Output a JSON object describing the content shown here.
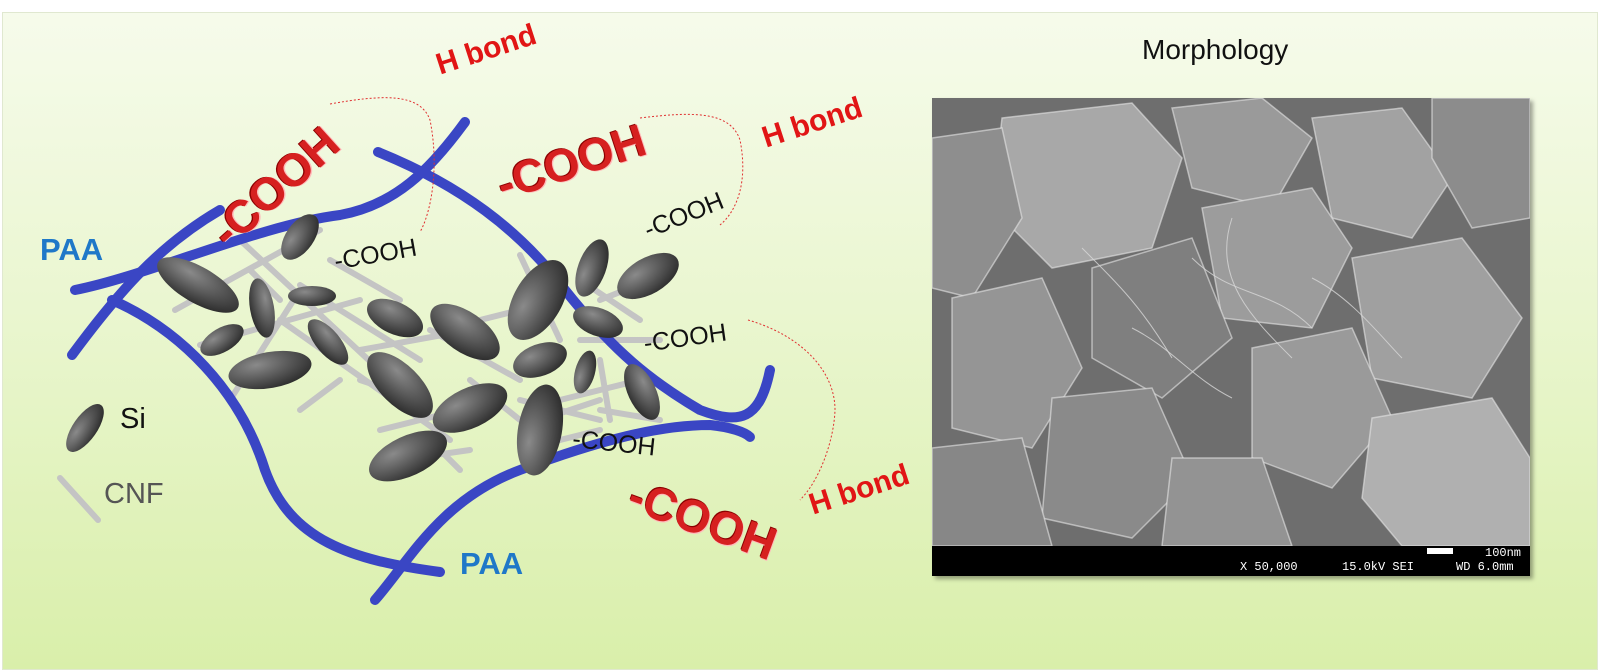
{
  "labels": {
    "paa_left": "PAA",
    "paa_bottom": "PAA",
    "h_bond_1": "H bond",
    "h_bond_2": "H bond",
    "h_bond_3": "H bond",
    "cooh_big_1": "-COOH",
    "cooh_big_2": "-COOH",
    "cooh_big_3": "-COOH",
    "cooh_small_1": "-COOH",
    "cooh_small_2": "-COOH",
    "cooh_small_3": "-COOH",
    "cooh_small_4": "-COOH"
  },
  "legend": {
    "si": "Si",
    "cnf": "CNF"
  },
  "sem": {
    "title": "Morphology",
    "scale_label": "100nm",
    "magnification": "X 50,000",
    "voltage": "15.0kV SEI",
    "working_distance": "WD 6.0mm"
  },
  "colors": {
    "paa_chain": "#3a46c4",
    "particle": "#5a5a5a",
    "cnf_rod": "#c4c4c4",
    "h_bond_text": "#e11515"
  }
}
